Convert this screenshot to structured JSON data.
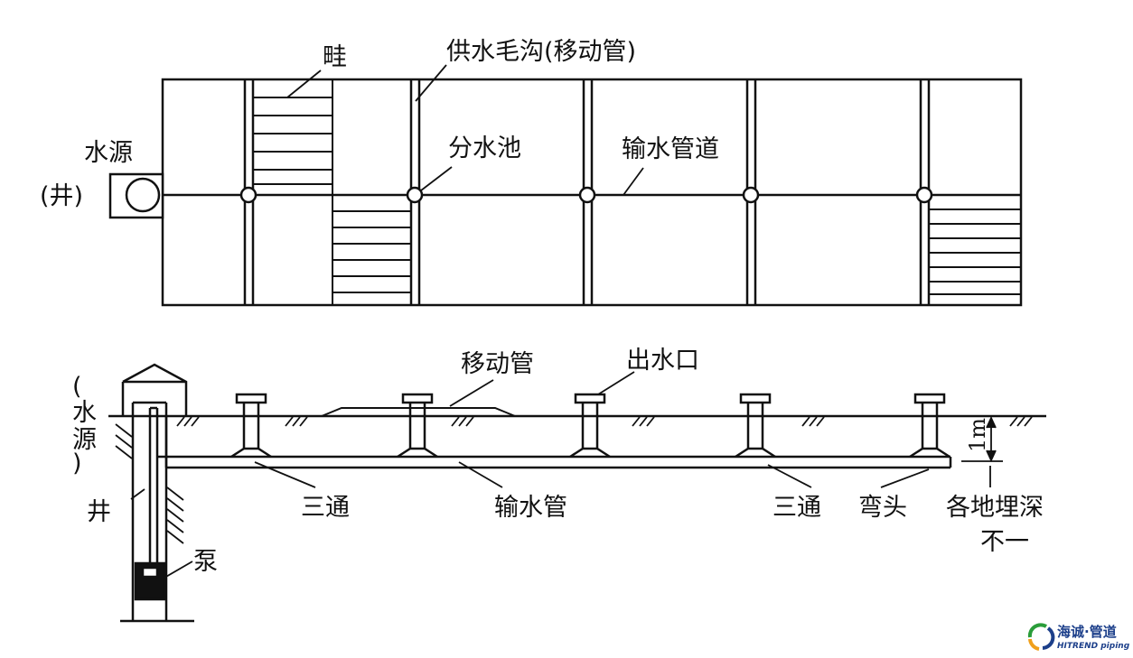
{
  "plan_view": {
    "ridge_label": "畦",
    "supply_ditch_label": "供水毛沟(移动管)",
    "water_source_label": "水源",
    "well_label": "(井)",
    "distribution_pool_label": "分水池",
    "conveyance_pipeline_label": "输水管道"
  },
  "section_view": {
    "movable_pipe_label": "移动管",
    "outlet_label": "出水口",
    "water_source_vertical": [
      "(",
      "水",
      "源",
      ")"
    ],
    "well_label": "井",
    "pump_label": "泵",
    "tee_label_left": "三通",
    "conveyance_pipe_label": "输水管",
    "tee_label_right": "三通",
    "elbow_label": "弯头",
    "depth_label": "1m",
    "burial_note_line1": "各地埋深",
    "burial_note_line2": "不一"
  },
  "logo": {
    "brand_cn": "海诚·管道",
    "brand_en": "HITREND piping",
    "colors": [
      "#1c3f8a",
      "#2a9d3a",
      "#f0a01c"
    ]
  }
}
